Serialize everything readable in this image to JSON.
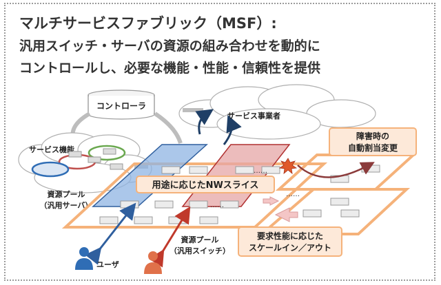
{
  "title_line1": "マルチサービスファブリック（MSF）:",
  "title_line2": "汎用スイッチ・サーバの資源の組み合わせを動的に",
  "title_line3": "コントロールし、必要な機能・性能・信頼性を提供",
  "labels": {
    "controller": "コントローラ",
    "service_provider": "サービス事業者",
    "service_function": "サービス機能",
    "resource_pool_server_1": "資源プール",
    "resource_pool_server_2": "（汎用サーバ）",
    "nw_slice": "用途に応じたNWスライス",
    "failure_1": "障害時の",
    "failure_2": "自動割当変更",
    "scale_1": "要求性能に応じた",
    "scale_2": "スケールイン／アウト",
    "resource_pool_switch_1": "資源プール",
    "resource_pool_switch_2": "（汎用スイッチ）",
    "user": "ユーザ",
    "dots": "……"
  },
  "colors": {
    "orange_accent": "#f5b27a",
    "orange_fill": "#fde9d9",
    "blue_slice": "#8fb4e3",
    "red_slice": "#e6a6a6",
    "user_blue": "#2f6db5",
    "user_orange": "#e0714a"
  }
}
